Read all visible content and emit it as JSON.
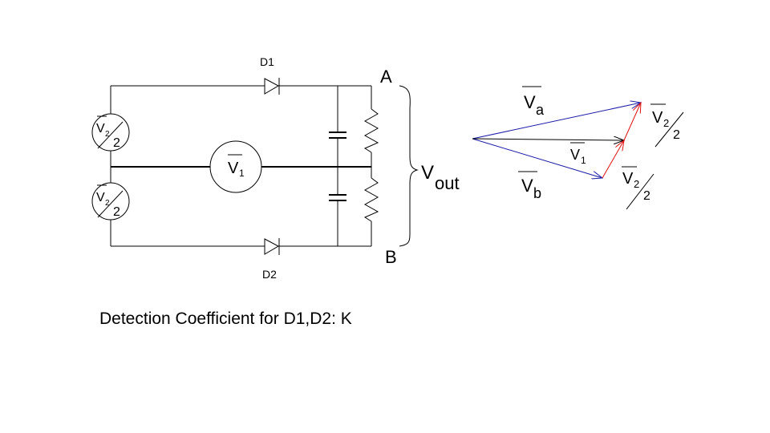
{
  "labels": {
    "d1": "D1",
    "d2": "D2",
    "node_a": "A",
    "node_b": "B",
    "v1_main": "V",
    "v1_main_sub": "1",
    "v2_top_v": "V",
    "v2_top_sub": "2",
    "v2_top_div": "2",
    "v2_bot_v": "V",
    "v2_bot_sub": "2",
    "v2_bot_div": "2",
    "vout_v": "V",
    "vout_sub": "out",
    "va_v": "V",
    "va_sub": "a",
    "vb_v": "V",
    "vb_sub": "b",
    "phasor_v1_v": "V",
    "phasor_v1_sub": "1",
    "phasor_v2_top_v": "V",
    "phasor_v2_top_sub": "2",
    "phasor_v2_top_div": "2",
    "phasor_v2_bot_v": "V",
    "phasor_v2_bot_sub": "2",
    "phasor_v2_bot_div": "2"
  },
  "caption": "Detection Coefficient for D1,D2: K",
  "colors": {
    "wire": "#000000",
    "phasor_va_vb": "#1a1aa8",
    "phasor_v2": "#e01010",
    "phasor_v1": "#000000"
  }
}
